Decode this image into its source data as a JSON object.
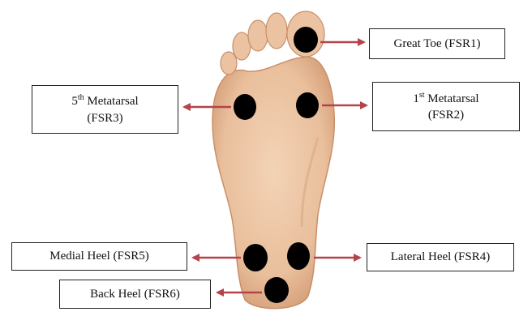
{
  "colors": {
    "arrow": "#b5434a",
    "skin": "#eac19f",
    "skin_shadow": "#cf9a73",
    "sensor": "#000000",
    "box_border": "#222222"
  },
  "labels": {
    "great_toe": "Great Toe (FSR1)",
    "first_metatarsal": {
      "num": "1",
      "sup": "st",
      "word": "Metatarsal",
      "code": "(FSR2)"
    },
    "fifth_metatarsal": {
      "num": "5",
      "sup": "th",
      "word": "Metatarsal",
      "code": "(FSR3)"
    },
    "lateral_heel": "Lateral Heel (FSR4)",
    "medial_heel": "Medial Heel (FSR5)",
    "back_heel": "Back Heel (FSR6)"
  }
}
